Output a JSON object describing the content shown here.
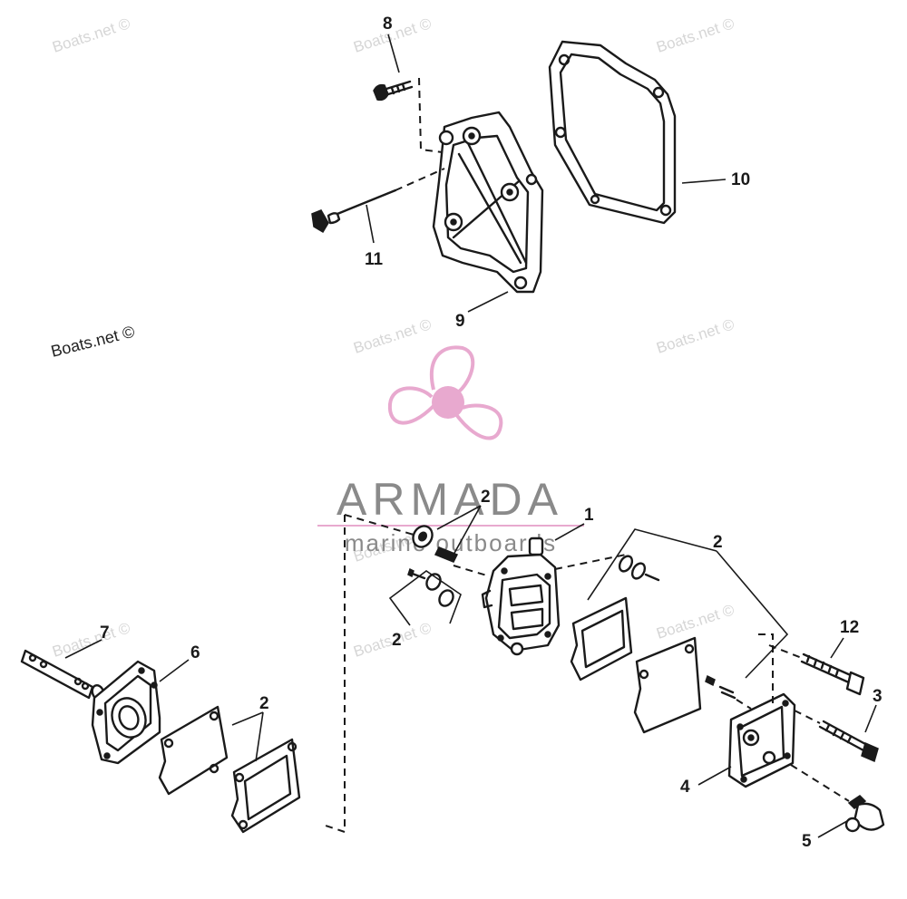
{
  "watermarks": {
    "light": [
      "Boats.net ©",
      "Boats.net ©",
      "Boats.net ©",
      "Boats.net ©",
      "Boats.net ©",
      "Boats.net ©",
      "Boats.net ©",
      "Boats.net ©",
      "Boats.net ©"
    ],
    "strong": "Boats.net ©"
  },
  "logo": {
    "name": "ARMADA",
    "tagline": "marine outboards",
    "accent_color": "#e8a9cf",
    "text_color": "#8a8a8a"
  },
  "callouts": [
    "8",
    "10",
    "11",
    "9",
    "1",
    "2",
    "2",
    "2",
    "2",
    "7",
    "6",
    "12",
    "3",
    "4",
    "5"
  ],
  "colors": {
    "line": "#1a1a1a",
    "watermark": "#d6d6d6"
  }
}
